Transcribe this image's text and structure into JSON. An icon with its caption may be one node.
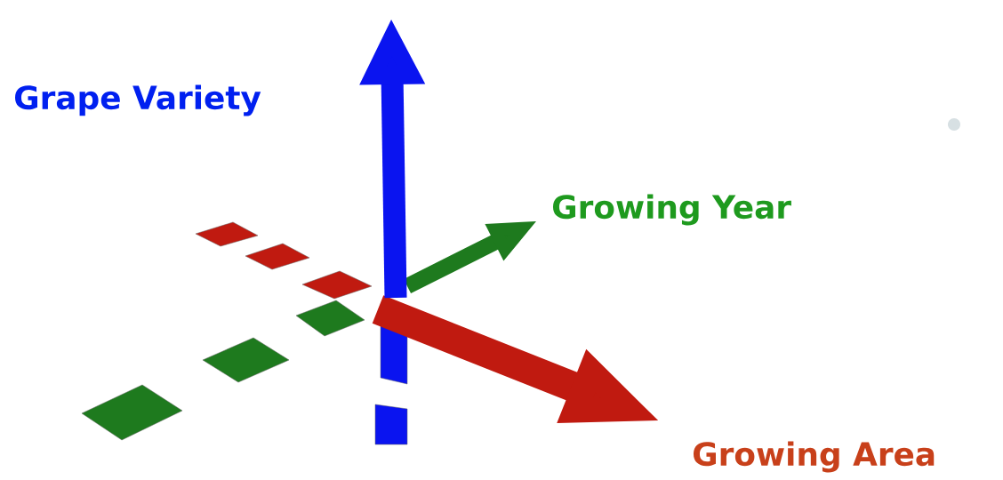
{
  "diagram": {
    "labels": [
      "Grape Variety",
      "Growing Year",
      "Growing Area"
    ]
  }
}
